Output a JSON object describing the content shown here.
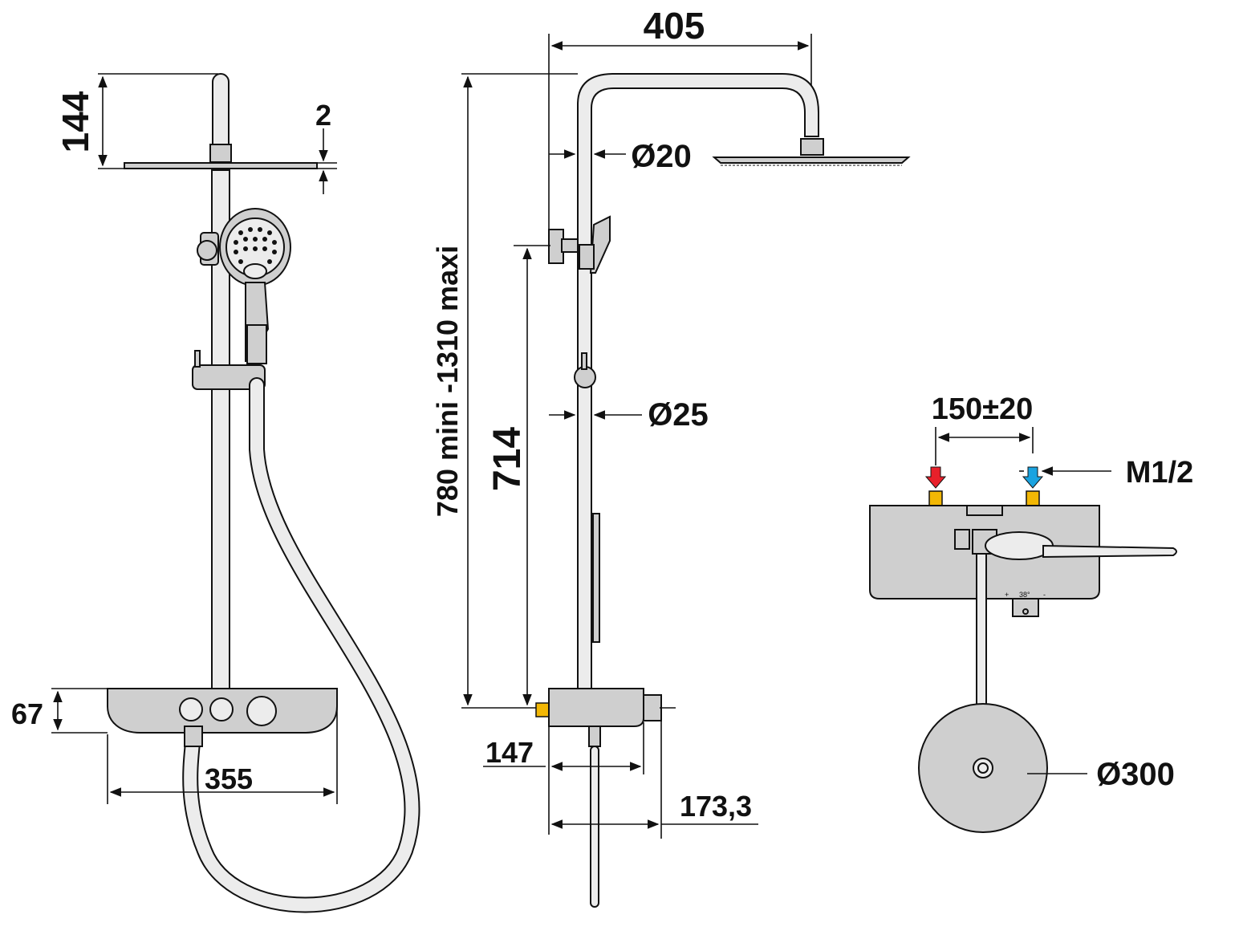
{
  "dimensions": {
    "head_height": "144",
    "head_thickness": "2",
    "arm_length": "405",
    "arm_diameter": "Ø20",
    "rail_diameter": "Ø25",
    "height_range": "780 mini -1310 maxi",
    "slide_height": "714",
    "shelf_height": "67",
    "shelf_width": "355",
    "depth_147": "147",
    "depth_173": "173,3",
    "inlet_spacing": "150±20",
    "thread": "M1/2",
    "head_diameter": "Ø300"
  },
  "thermostat_scale": {
    "plus": "+",
    "temp": "38°",
    "minus": "-"
  },
  "colors": {
    "hot_arrow": "#e8202a",
    "cold_arrow": "#1aa3e0",
    "inlet_brass": "#f2b705"
  }
}
